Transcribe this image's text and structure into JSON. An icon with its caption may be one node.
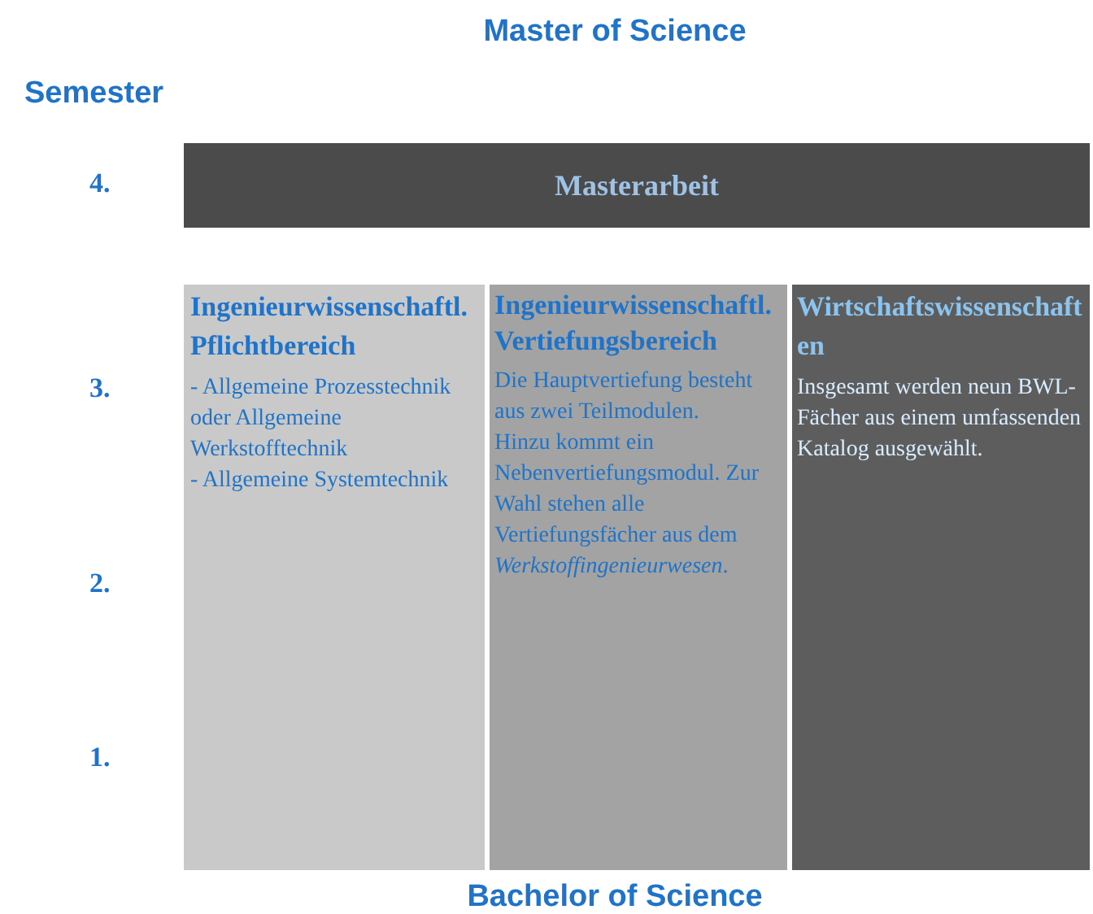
{
  "diagram": {
    "title": "Master of Science",
    "caption": "Bachelor of Science",
    "nodes": [
      {
        "text": [
          "Masterarbeit"
        ]
      },
      {
        "text": [
          "Ingenieurwissenschaftl. Pflichtbereich",
          "- Allgemeine Prozesstechnik oder Allgemeine Werkstofftechnik",
          "- Allgemeine Systemtechnik"
        ]
      },
      {
        "text": [
          "Ingenieurwissenschaftl. Vertiefungsbereich",
          "Die Hauptvertiefung besteht aus zwei Teilmodulen.",
          "Hinzu kommt ein Nebenvertiefungsmodul. Zur Wahl stehen alle Vertiefungsfächer aus dem *Werkstoffingenieurwesen*."
        ]
      },
      {
        "text": [
          "Wirtschaftswissenschaften",
          "Insgesamt werden neun BWL-Fächer aus einem umfassenden Katalog ausgewählt."
        ]
      }
    ],
    "labels": [
      "Semester",
      "4.",
      "3.",
      "2.",
      "1."
    ]
  }
}
